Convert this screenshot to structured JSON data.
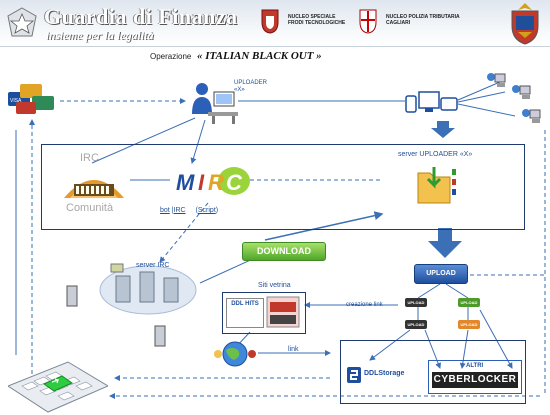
{
  "header": {
    "title": "Guardia di Finanza",
    "motto": "insieme per la legalità",
    "unit1": [
      "NUCLEO SPECIALE",
      "FRODI TECNOLOGICHE"
    ],
    "unit2": [
      "NUCLEO POLIZIA TRIBUTARIA",
      "CAGLIARI"
    ]
  },
  "operation": {
    "label": "Operazione",
    "name": "« ITALIAN BLACK OUT »"
  },
  "diagram": {
    "uploader": "UPLOADER «X»",
    "irc": "IRC",
    "community": "Comunità",
    "bot": "bot",
    "irc_link": "IRC",
    "script": "Script",
    "server_uploader": "server UPLOADER «X»",
    "server_irc": "server IRC",
    "download": "DOWNLOAD",
    "upload": "UPLOAD",
    "siti_vetrina": "Siti vetrina",
    "ddl_hits": "DDL HITS",
    "creazione_link": "creazione link",
    "link": "link",
    "ddlstorage": "DDLStorage",
    "altri": "ALTRI",
    "cyberlocker": "CYBERLOCKER",
    "mini_upload": "UPLOAD"
  },
  "colors": {
    "frame": "#1e3a6e",
    "arrow_blue": "#3b6fb6",
    "download_green": "#4fa62a",
    "upload_blue": "#1e4f9e"
  }
}
